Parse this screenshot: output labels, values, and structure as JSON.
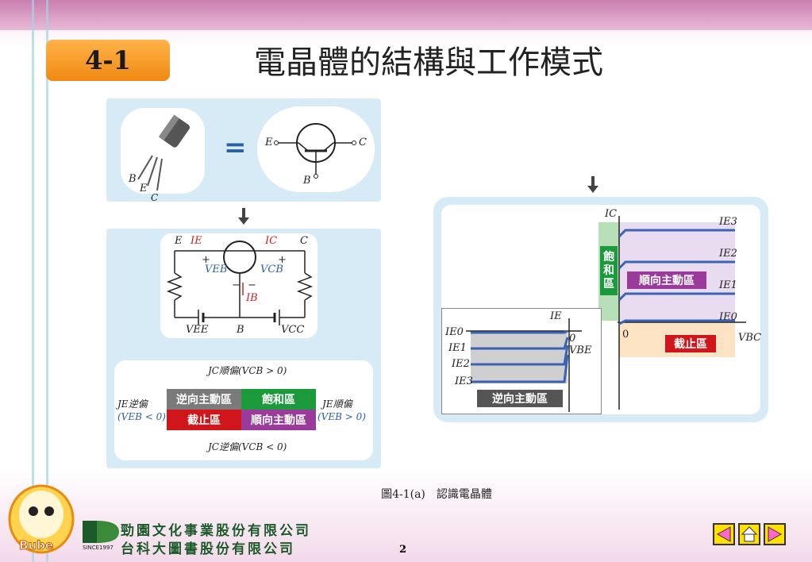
{
  "header": {
    "badge": "4-1",
    "title": "電晶體的結構與工作模式"
  },
  "symbol": {
    "E": "E",
    "C": "C",
    "B": "B",
    "lead_B": "B",
    "lead_E": "E",
    "lead_C": "C",
    "equals": "="
  },
  "circuit": {
    "E": "E",
    "C": "C",
    "B": "B",
    "IE": "IE",
    "IC": "IC",
    "IB": "IB",
    "VEB": "VEB",
    "VCB": "VCB",
    "VEE": "VEE",
    "VCC": "VCC",
    "plus": "+",
    "minus": "−"
  },
  "modes": {
    "top": "JC順偏(VCB > 0)",
    "bottom": "JC逆偏(VCB < 0)",
    "left1": "JE逆偏",
    "left2": "(VEB < 0)",
    "right1": "JE順偏",
    "right2": "(VEB > 0)",
    "reverse_active": "逆向主動區",
    "saturation": "飽和區",
    "cutoff": "截止區",
    "forward_active": "順向主動區"
  },
  "chart": {
    "yaxis": "IC",
    "xaxis": "VBC",
    "origin": "0",
    "curves": [
      "IE3",
      "IE2",
      "IE1",
      "IE0"
    ],
    "saturation": "飽\n和\n區",
    "forward_active": "順向主動區",
    "cutoff": "截止區",
    "inset_yaxis": "IE",
    "inset_xaxis": "0 VBE",
    "inset_curves": [
      "IE0",
      "IE1",
      "IE2",
      "IE3"
    ],
    "inset_zone": "逆向主動區"
  },
  "caption": "圖4-1(a)　認識電晶體",
  "footer": {
    "company1": "勁園文化事業股份有限公司",
    "company2": "台科大圖書股份有限公司",
    "since": "SINCE1997",
    "mascot": "Bube",
    "page": "2"
  },
  "colors": {
    "accent": "#f08a12",
    "green": "#1a9a3a",
    "red": "#d0161b",
    "purple": "#9a3a9a",
    "gray": "#7a7a7a"
  }
}
